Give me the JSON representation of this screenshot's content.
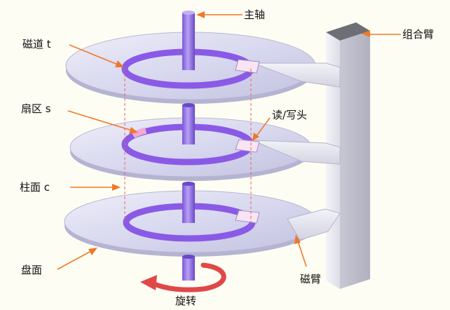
{
  "labels": {
    "spindle": "主轴",
    "arm_assembly": "组合臂",
    "track": "磁道 t",
    "sector": "扇区 s",
    "head": "读/写头",
    "cylinder": "柱面 c",
    "platter": "盘面",
    "arm": "磁臂",
    "rotation": "旋转"
  },
  "colors": {
    "background": "#fdfdf3",
    "platter": "#dcdcf0",
    "track": "#8a5ae6",
    "spindle": "#9070e0",
    "sector": "#f2a8d8",
    "arrow": "#f07828",
    "cylinder_guide": "#f06060",
    "rotation_arrow": "#e04848",
    "arm": "#e8e8f0"
  }
}
